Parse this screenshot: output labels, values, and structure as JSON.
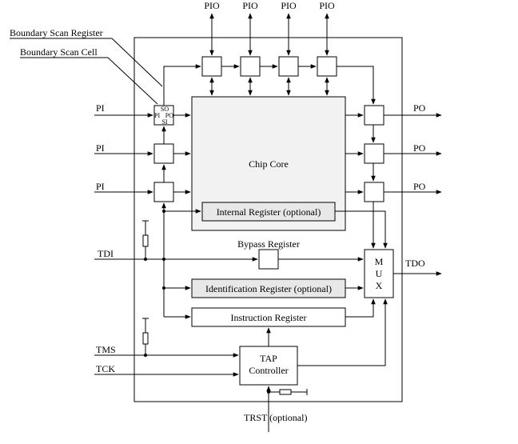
{
  "labels": {
    "pio_1": "PIO",
    "pio_2": "PIO",
    "pio_3": "PIO",
    "pio_4": "PIO",
    "boundary_scan_register": "Boundary Scan Register",
    "boundary_scan_cell": "Boundary Scan Cell",
    "pi_1": "PI",
    "pi_2": "PI",
    "pi_3": "PI",
    "po_1": "PO",
    "po_2": "PO",
    "po_3": "PO",
    "chip_core": "Chip Core",
    "internal_register": "Internal Register (optional)",
    "bypass_register": "Bypass Register",
    "identification_register": "Identification Register (optional)",
    "instruction_register": "Instruction Register",
    "tap_controller_line1": "TAP",
    "tap_controller_line2": "Controller",
    "mux_m": "M",
    "mux_u": "U",
    "mux_x": "X",
    "tdi": "TDI",
    "tdo": "TDO",
    "tms": "TMS",
    "tck": "TCK",
    "trst": "TRST (optional)",
    "cell_so": "SO",
    "cell_pi": "PI",
    "cell_po": "PO",
    "cell_si": "SI"
  }
}
